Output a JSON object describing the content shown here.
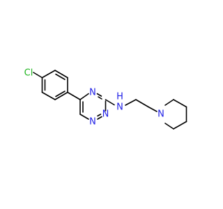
{
  "molecule": {
    "atoms": [
      {
        "id": "cl",
        "label": "Cl",
        "color": "#1fb51f"
      },
      {
        "id": "n_h",
        "label": "N",
        "color": "#2020e6"
      },
      {
        "id": "h_nh",
        "label": "H",
        "color": "#2020e6"
      },
      {
        "id": "n_ring_top",
        "label": "N",
        "color": "#2020e6"
      },
      {
        "id": "n_ring_lower",
        "label": "N",
        "color": "#2020e6"
      },
      {
        "id": "n_ring_bottom",
        "label": "N",
        "color": "#2020e6"
      },
      {
        "id": "n_piperidine",
        "label": "N",
        "color": "#2020e6"
      }
    ]
  }
}
